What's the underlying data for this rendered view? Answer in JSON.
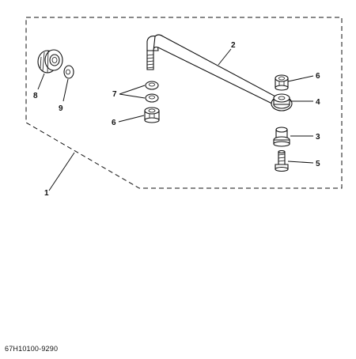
{
  "diagram": {
    "callouts": {
      "c1": "1",
      "c2": "2",
      "c3": "3",
      "c4": "4",
      "c5": "5",
      "c6a": "6",
      "c6b": "6",
      "c7": "7",
      "c8": "8",
      "c9": "9"
    },
    "part_code": "67H10100-9290"
  }
}
